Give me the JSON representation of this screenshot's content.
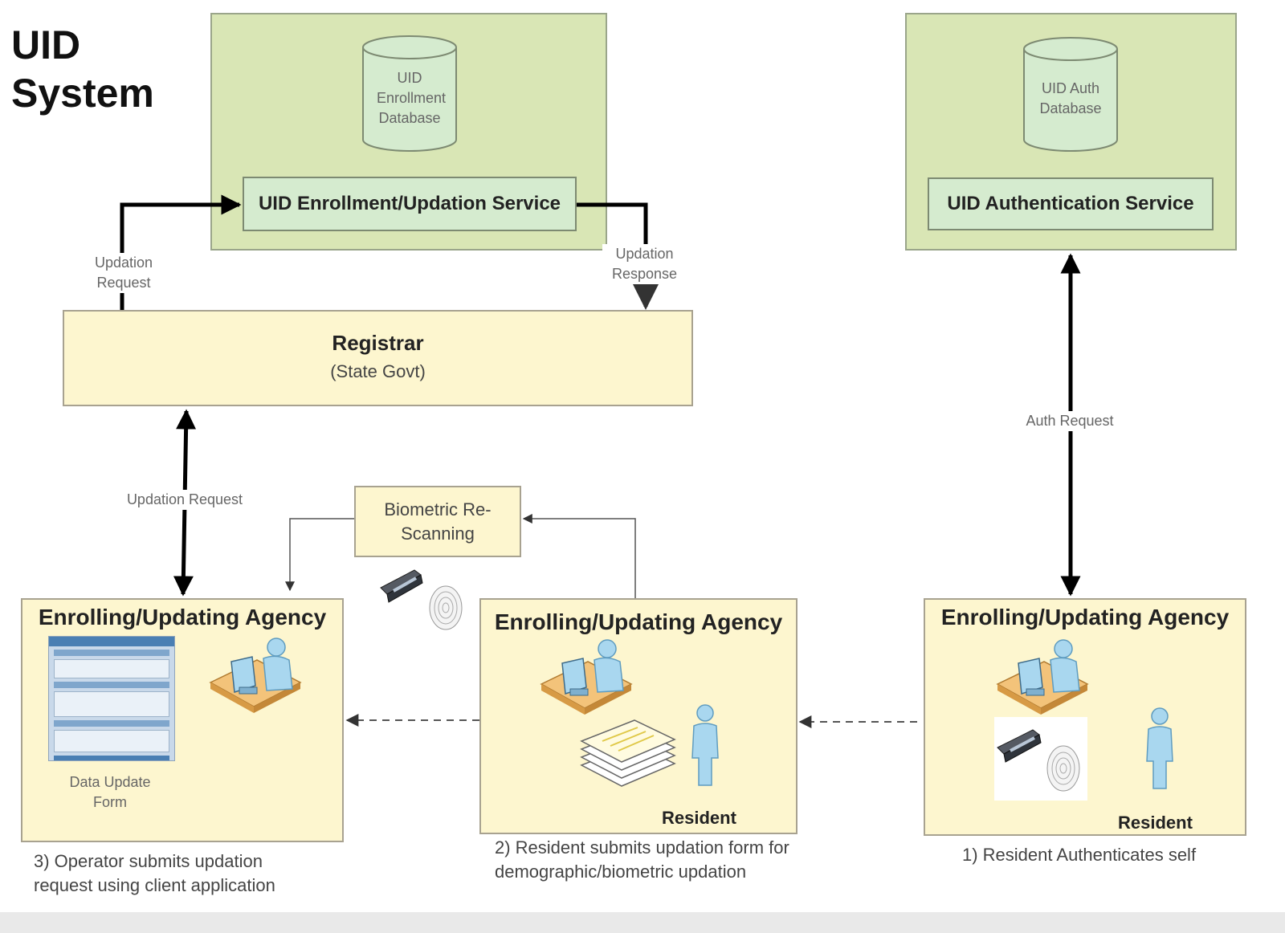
{
  "title": "UID System",
  "enrollment_db": "UID Enrollment Database",
  "enrollment_service": "UID Enrollment/Updation Service",
  "auth_db": "UID Auth Database",
  "auth_service": "UID Authentication Service",
  "registrar": {
    "title": "Registrar",
    "subtitle": "(State Govt)"
  },
  "flow_labels": {
    "updation_request_top": "Updation Request",
    "updation_response": "Updation Response",
    "updation_request_mid": "Updation Request",
    "auth_request": "Auth Request"
  },
  "biometric_box": "Biometric Re-Scanning",
  "agency_title": "Enrolling/Updating Agency",
  "data_update_form": "Data Update Form",
  "resident": "Resident",
  "steps": {
    "step1": "1) Resident Authenticates self",
    "step2": "2) Resident submits updation form for demographic/biometric updation",
    "step3": "3) Operator submits updation request using client application"
  },
  "colors": {
    "green_box": "#d9e6b5",
    "service_box": "#d5ebcf",
    "yellow_box": "#fdf6cf",
    "person": "#a9d7ef"
  }
}
